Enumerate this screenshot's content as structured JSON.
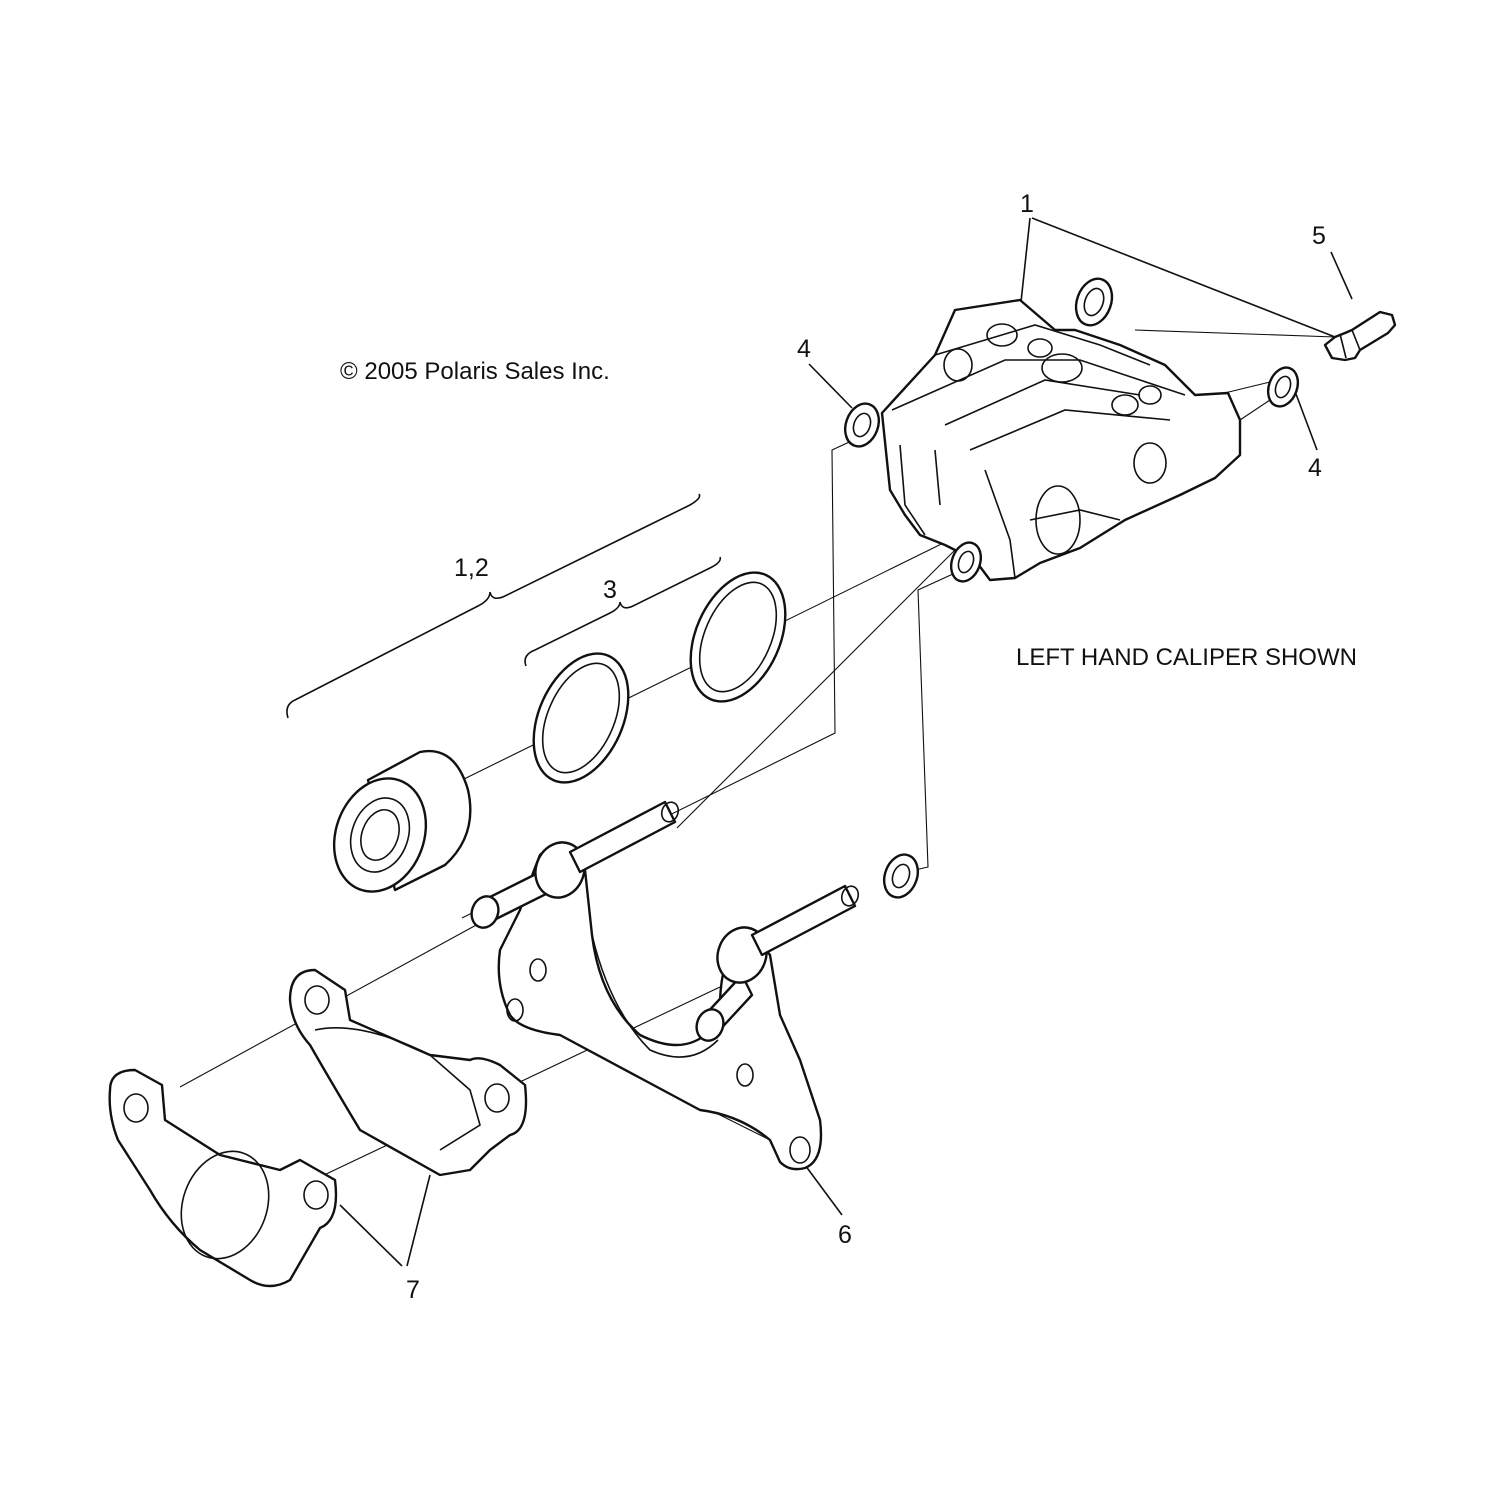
{
  "copyright": "© 2005 Polaris Sales Inc.",
  "note": "LEFT HAND CALIPER SHOWN",
  "callouts": {
    "c1": "1",
    "c12": "1,2",
    "c3": "3",
    "c4a": "4",
    "c4b": "4",
    "c5": "5",
    "c6": "6",
    "c7": "7"
  }
}
